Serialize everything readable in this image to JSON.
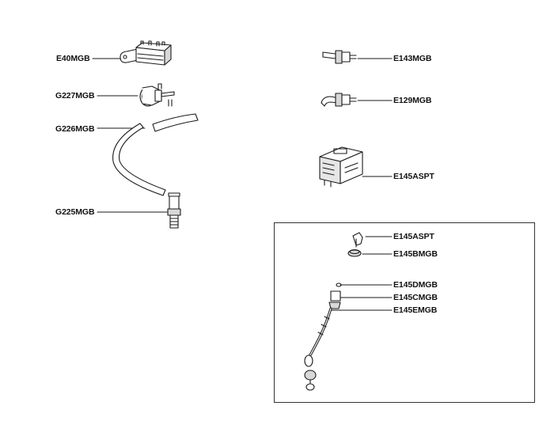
{
  "parts": [
    {
      "id": "E40MGB"
    },
    {
      "id": "G227MGB"
    },
    {
      "id": "G226MGB"
    },
    {
      "id": "G225MGB"
    },
    {
      "id": "E143MGB"
    },
    {
      "id": "E129MGB"
    },
    {
      "id": "E145ASPT"
    }
  ],
  "inset": {
    "parts": [
      {
        "id": "E145ASPT"
      },
      {
        "id": "E145BMGB"
      },
      {
        "id": "E145DMGB"
      },
      {
        "id": "E145CMGB"
      },
      {
        "id": "E145EMGB"
      }
    ]
  },
  "colors": {
    "ink": "#1a1a1a",
    "background": "#ffffff",
    "shade": "#9a9a9a"
  }
}
